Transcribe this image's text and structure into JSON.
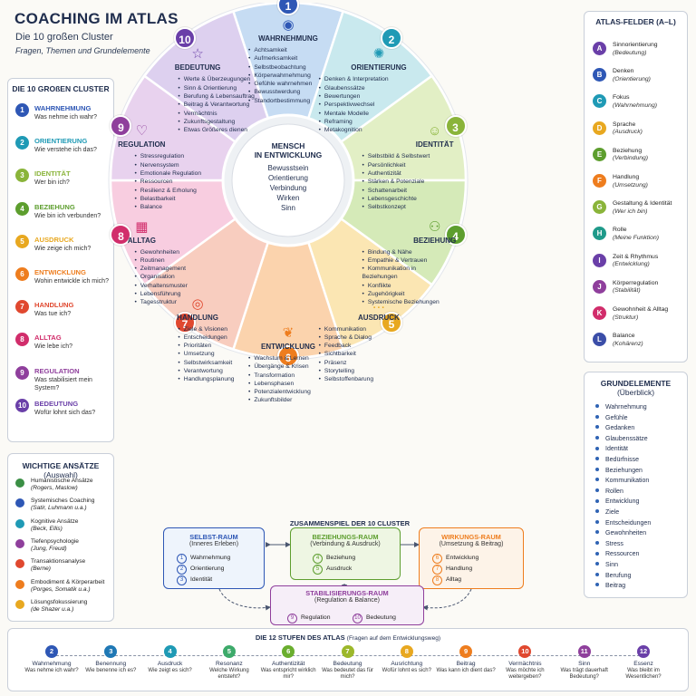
{
  "header": {
    "title": "COACHING IM ATLAS",
    "subtitle": "Die 10 großen Cluster",
    "tagline": "Fragen, Themen und Grundelemente"
  },
  "clusters_panel": {
    "title": "DIE 10 GROßEN CLUSTER",
    "items": [
      {
        "num": "1",
        "name": "WAHRNEHMUNG",
        "question": "Was nehme ich wahr?",
        "color": "#2e57b5"
      },
      {
        "num": "2",
        "name": "ORIENTIERUNG",
        "question": "Wie verstehe ich das?",
        "color": "#1f9ab5"
      },
      {
        "num": "3",
        "name": "IDENTITÄT",
        "question": "Wer bin ich?",
        "color": "#8ab43a"
      },
      {
        "num": "4",
        "name": "BEZIEHUNG",
        "question": "Wie bin ich verbunden?",
        "color": "#5d9e2e"
      },
      {
        "num": "5",
        "name": "AUSDRUCK",
        "question": "Wie zeige ich mich?",
        "color": "#e8a820"
      },
      {
        "num": "6",
        "name": "ENTWICKLUNG",
        "question": "Wohin entwickle ich mich?",
        "color": "#ee7d1e"
      },
      {
        "num": "7",
        "name": "HANDLUNG",
        "question": "Was tue ich?",
        "color": "#e0482f"
      },
      {
        "num": "8",
        "name": "ALLTAG",
        "question": "Wie lebe ich?",
        "color": "#d12d6b"
      },
      {
        "num": "9",
        "name": "REGULATION",
        "question": "Was stabilisiert mein System?",
        "color": "#8f3f9c"
      },
      {
        "num": "10",
        "name": "BEDEUTUNG",
        "question": "Wofür lohnt sich das?",
        "color": "#6a3fa8"
      }
    ]
  },
  "approaches_panel": {
    "title": "WICHTIGE ANSÄTZE",
    "title_note": "(Auswahl)",
    "items": [
      {
        "name": "Humanistische Ansätze",
        "authors": "(Rogers, Maslow)",
        "color": "#3b8f45"
      },
      {
        "name": "Systemisches Coaching",
        "authors": "(Satir, Luhmann u.a.)",
        "color": "#2e57b5"
      },
      {
        "name": "Kognitive Ansätze",
        "authors": "(Beck, Ellis)",
        "color": "#1f9ab5"
      },
      {
        "name": "Tiefenpsychologie",
        "authors": "(Jung, Freud)",
        "color": "#8f3f9c"
      },
      {
        "name": "Transaktionsanalyse",
        "authors": "(Berne)",
        "color": "#e0482f"
      },
      {
        "name": "Embodiment & Körperarbeit",
        "authors": "(Porges, Somatik u.a.)",
        "color": "#ee7d1e"
      },
      {
        "name": "Lösungsfokussierung",
        "authors": "(de Shazer u.a.)",
        "color": "#e8a820"
      }
    ]
  },
  "atlas_fields": {
    "title": "ATLAS-FELDER (A–L)",
    "items": [
      {
        "letter": "A",
        "name": "Sinnorientierung",
        "note": "(Bedeutung)",
        "color": "#6a3fa8"
      },
      {
        "letter": "B",
        "name": "Denken",
        "note": "(Orientierung)",
        "color": "#2e57b5"
      },
      {
        "letter": "C",
        "name": "Fokus",
        "note": "(Wahrnehmung)",
        "color": "#1f9ab5"
      },
      {
        "letter": "D",
        "name": "Sprache",
        "note": "(Ausdruck)",
        "color": "#e8a820"
      },
      {
        "letter": "E",
        "name": "Beziehung",
        "note": "(Verbindung)",
        "color": "#5d9e2e"
      },
      {
        "letter": "F",
        "name": "Handlung",
        "note": "(Umsetzung)",
        "color": "#ee7d1e"
      },
      {
        "letter": "G",
        "name": "Gestaltung & Identität",
        "note": "(Wer ich bin)",
        "color": "#8ab43a"
      },
      {
        "letter": "H",
        "name": "Rolle",
        "note": "(Meine Funktion)",
        "color": "#1f9a8a"
      },
      {
        "letter": "I",
        "name": "Zeit & Rhythmus",
        "note": "(Entwicklung)",
        "color": "#6a3fa8"
      },
      {
        "letter": "J",
        "name": "Körperregulation",
        "note": "(Stabilität)",
        "color": "#8f3f9c"
      },
      {
        "letter": "K",
        "name": "Gewohnheit & Alltag",
        "note": "(Struktur)",
        "color": "#d12d6b"
      },
      {
        "letter": "L",
        "name": "Balance",
        "note": "(Kohärenz)",
        "color": "#3b4ea8"
      }
    ]
  },
  "grundelemente": {
    "title": "GRUNDELEMENTE",
    "subtitle": "(Überblick)",
    "items": [
      "Wahrnehmung",
      "Gefühle",
      "Gedanken",
      "Glaubenssätze",
      "Identität",
      "Bedürfnisse",
      "Beziehungen",
      "Kommunikation",
      "Rollen",
      "Entwicklung",
      "Ziele",
      "Entscheidungen",
      "Gewohnheiten",
      "Stress",
      "Ressourcen",
      "Sinn",
      "Berufung",
      "Beitrag"
    ]
  },
  "wheel": {
    "center": {
      "title_1": "MENSCH",
      "title_2": "IN ENTWICKLUNG",
      "items": [
        "Bewusstsein",
        "Orientierung",
        "Verbindung",
        "Wirken",
        "Sinn"
      ]
    },
    "segments": [
      {
        "num": "1",
        "title": "WAHRNEHMUNG",
        "icon": "eye-icon",
        "color": "#2e57b5",
        "fill": "#c6dcf3",
        "items": [
          "Achtsamkeit",
          "Aufmerksamkeit",
          "Selbstbeobachtung",
          "Körperwahrnehmung",
          "Gefühle wahrnehmen",
          "Bewusstwerdung",
          "Standortbestimmung"
        ]
      },
      {
        "num": "2",
        "title": "ORIENTIERUNG",
        "icon": "compass-icon",
        "color": "#1f9ab5",
        "fill": "#c9e9ee",
        "items": [
          "Denken & Interpretation",
          "Glaubenssätze",
          "Bewertungen",
          "Perspektivwechsel",
          "Mentale Modelle",
          "Reframing",
          "Metakognition"
        ]
      },
      {
        "num": "3",
        "title": "IDENTITÄT",
        "icon": "person-icon",
        "color": "#8ab43a",
        "fill": "#e2efc5",
        "items": [
          "Selbstbild & Selbstwert",
          "Persönlichkeit",
          "Authentizität",
          "Stärken & Potenziale",
          "Schattenarbeit",
          "Lebensgeschichte",
          "Selbstkonzept"
        ]
      },
      {
        "num": "4",
        "title": "BEZIEHUNG",
        "icon": "people-icon",
        "color": "#5d9e2e",
        "fill": "#d5eab8",
        "items": [
          "Bindung & Nähe",
          "Empathie & Vertrauen",
          "Kommunikation in Beziehungen",
          "Konflikte",
          "Zugehörigkeit",
          "Systemische Beziehungen"
        ]
      },
      {
        "num": "5",
        "title": "AUSDRUCK",
        "icon": "speech-bubble-icon",
        "color": "#e8a820",
        "fill": "#fbe6b3",
        "items": [
          "Kommunikation",
          "Sprache & Dialog",
          "Feedback",
          "Sichtbarkeit",
          "Präsenz",
          "Storytelling",
          "Selbstoffenbarung"
        ]
      },
      {
        "num": "6",
        "title": "ENTWICKLUNG",
        "icon": "sprout-icon",
        "color": "#ee7d1e",
        "fill": "#fbd3ad",
        "items": [
          "Wachstum & Lernen",
          "Übergänge & Krisen",
          "Transformation",
          "Lebensphasen",
          "Potenzialentwicklung",
          "Zukunftsbilder"
        ]
      },
      {
        "num": "7",
        "title": "HANDLUNG",
        "icon": "target-icon",
        "color": "#e0482f",
        "fill": "#f8cdbf",
        "items": [
          "Ziele & Visionen",
          "Entscheidungen",
          "Prioritäten",
          "Umsetzung",
          "Selbstwirksamkeit",
          "Verantwortung",
          "Handlungsplanung"
        ]
      },
      {
        "num": "8",
        "title": "ALLTAG",
        "icon": "calendar-icon",
        "color": "#d12d6b",
        "fill": "#f8cde0",
        "items": [
          "Gewohnheiten",
          "Routinen",
          "Zeitmanagement",
          "Organisation",
          "Verhaltensmuster",
          "Lebensführung",
          "Tagesstruktur"
        ]
      },
      {
        "num": "9",
        "title": "REGULATION",
        "icon": "heartbeat-icon",
        "color": "#8f3f9c",
        "fill": "#e8d2ee",
        "items": [
          "Stressregulation",
          "Nervensystem",
          "Emotionale Regulation",
          "Ressourcen",
          "Resilienz & Erholung",
          "Belastbarkeit",
          "Balance"
        ]
      },
      {
        "num": "10",
        "title": "BEDEUTUNG",
        "icon": "star-icon",
        "color": "#6a3fa8",
        "fill": "#ddd0ef",
        "items": [
          "Werte & Überzeugungen",
          "Sinn & Orientierung",
          "Berufung & Lebensauftrag",
          "Beitrag & Verantwortung",
          "Vermächtnis",
          "Zukunftsgestaltung",
          "Etwas Größeres dienen"
        ]
      }
    ]
  },
  "interplay": {
    "title": "ZUSAMMENSPIEL DER 10 CLUSTER",
    "boxes": [
      {
        "title": "SELBST-RAUM",
        "subtitle": "(Inneres Erleben)",
        "color": "#2e57b5",
        "bg": "#eef4fc",
        "items": [
          {
            "num": "1",
            "label": "Wahrnehmung"
          },
          {
            "num": "2",
            "label": "Orientierung"
          },
          {
            "num": "3",
            "label": "Identität"
          }
        ]
      },
      {
        "title": "BEZIEHUNGS-RAUM",
        "subtitle": "(Verbindung & Ausdruck)",
        "color": "#5d9e2e",
        "bg": "#eef6e3",
        "items": [
          {
            "num": "4",
            "label": "Beziehung"
          },
          {
            "num": "5",
            "label": "Ausdruck"
          }
        ]
      },
      {
        "title": "WIRKUNGS-RAUM",
        "subtitle": "(Umsetzung & Beitrag)",
        "color": "#ee7d1e",
        "bg": "#fdf3e8",
        "items": [
          {
            "num": "6",
            "label": "Entwicklung"
          },
          {
            "num": "7",
            "label": "Handlung"
          },
          {
            "num": "8",
            "label": "Alltag"
          }
        ]
      },
      {
        "title": "STABILISIERUNGS-RAUM",
        "subtitle": "(Regulation & Balance)",
        "color": "#8f3f9c",
        "bg": "#f6eef8",
        "items": [
          {
            "num": "9",
            "label": "Regulation"
          },
          {
            "num": "10",
            "label": "Bedeutung"
          }
        ]
      }
    ]
  },
  "steps_panel": {
    "title": "DIE 12 STUFEN DES ATLAS",
    "title_note": "(Fragen auf dem Entwicklungsweg)",
    "steps": [
      {
        "num": "2",
        "name": "Wahrnehmung",
        "question": "Was nehme ich wahr?",
        "color": "#2e57b5"
      },
      {
        "num": "3",
        "name": "Benennung",
        "question": "Wie benenne ich es?",
        "color": "#1f78b5"
      },
      {
        "num": "4",
        "name": "Ausdruck",
        "question": "Wie zeigt es sich?",
        "color": "#1f9ab5"
      },
      {
        "num": "5",
        "name": "Resonanz",
        "question": "Welche Wirkung entsteht?",
        "color": "#3daa6a"
      },
      {
        "num": "6",
        "name": "Authentizität",
        "question": "Was entspricht wirklich mir?",
        "color": "#6aae2e"
      },
      {
        "num": "7",
        "name": "Bedeutung",
        "question": "Was bedeutet das für mich?",
        "color": "#9cb82b"
      },
      {
        "num": "8",
        "name": "Ausrichtung",
        "question": "Wofür lohnt es sich?",
        "color": "#e8a820"
      },
      {
        "num": "9",
        "name": "Beitrag",
        "question": "Was kann ich dient das?",
        "color": "#ee7d1e"
      },
      {
        "num": "10",
        "name": "Vermächtnis",
        "question": "Was möchte ich weitergeben?",
        "color": "#e0482f"
      },
      {
        "num": "11",
        "name": "Sinn",
        "question": "Was trägt dauerhaft Bedeutung?",
        "color": "#8f3f9c"
      },
      {
        "num": "12",
        "name": "Essenz",
        "question": "Was bleibt im Wesentlichen?",
        "color": "#6a3fa8"
      }
    ]
  }
}
